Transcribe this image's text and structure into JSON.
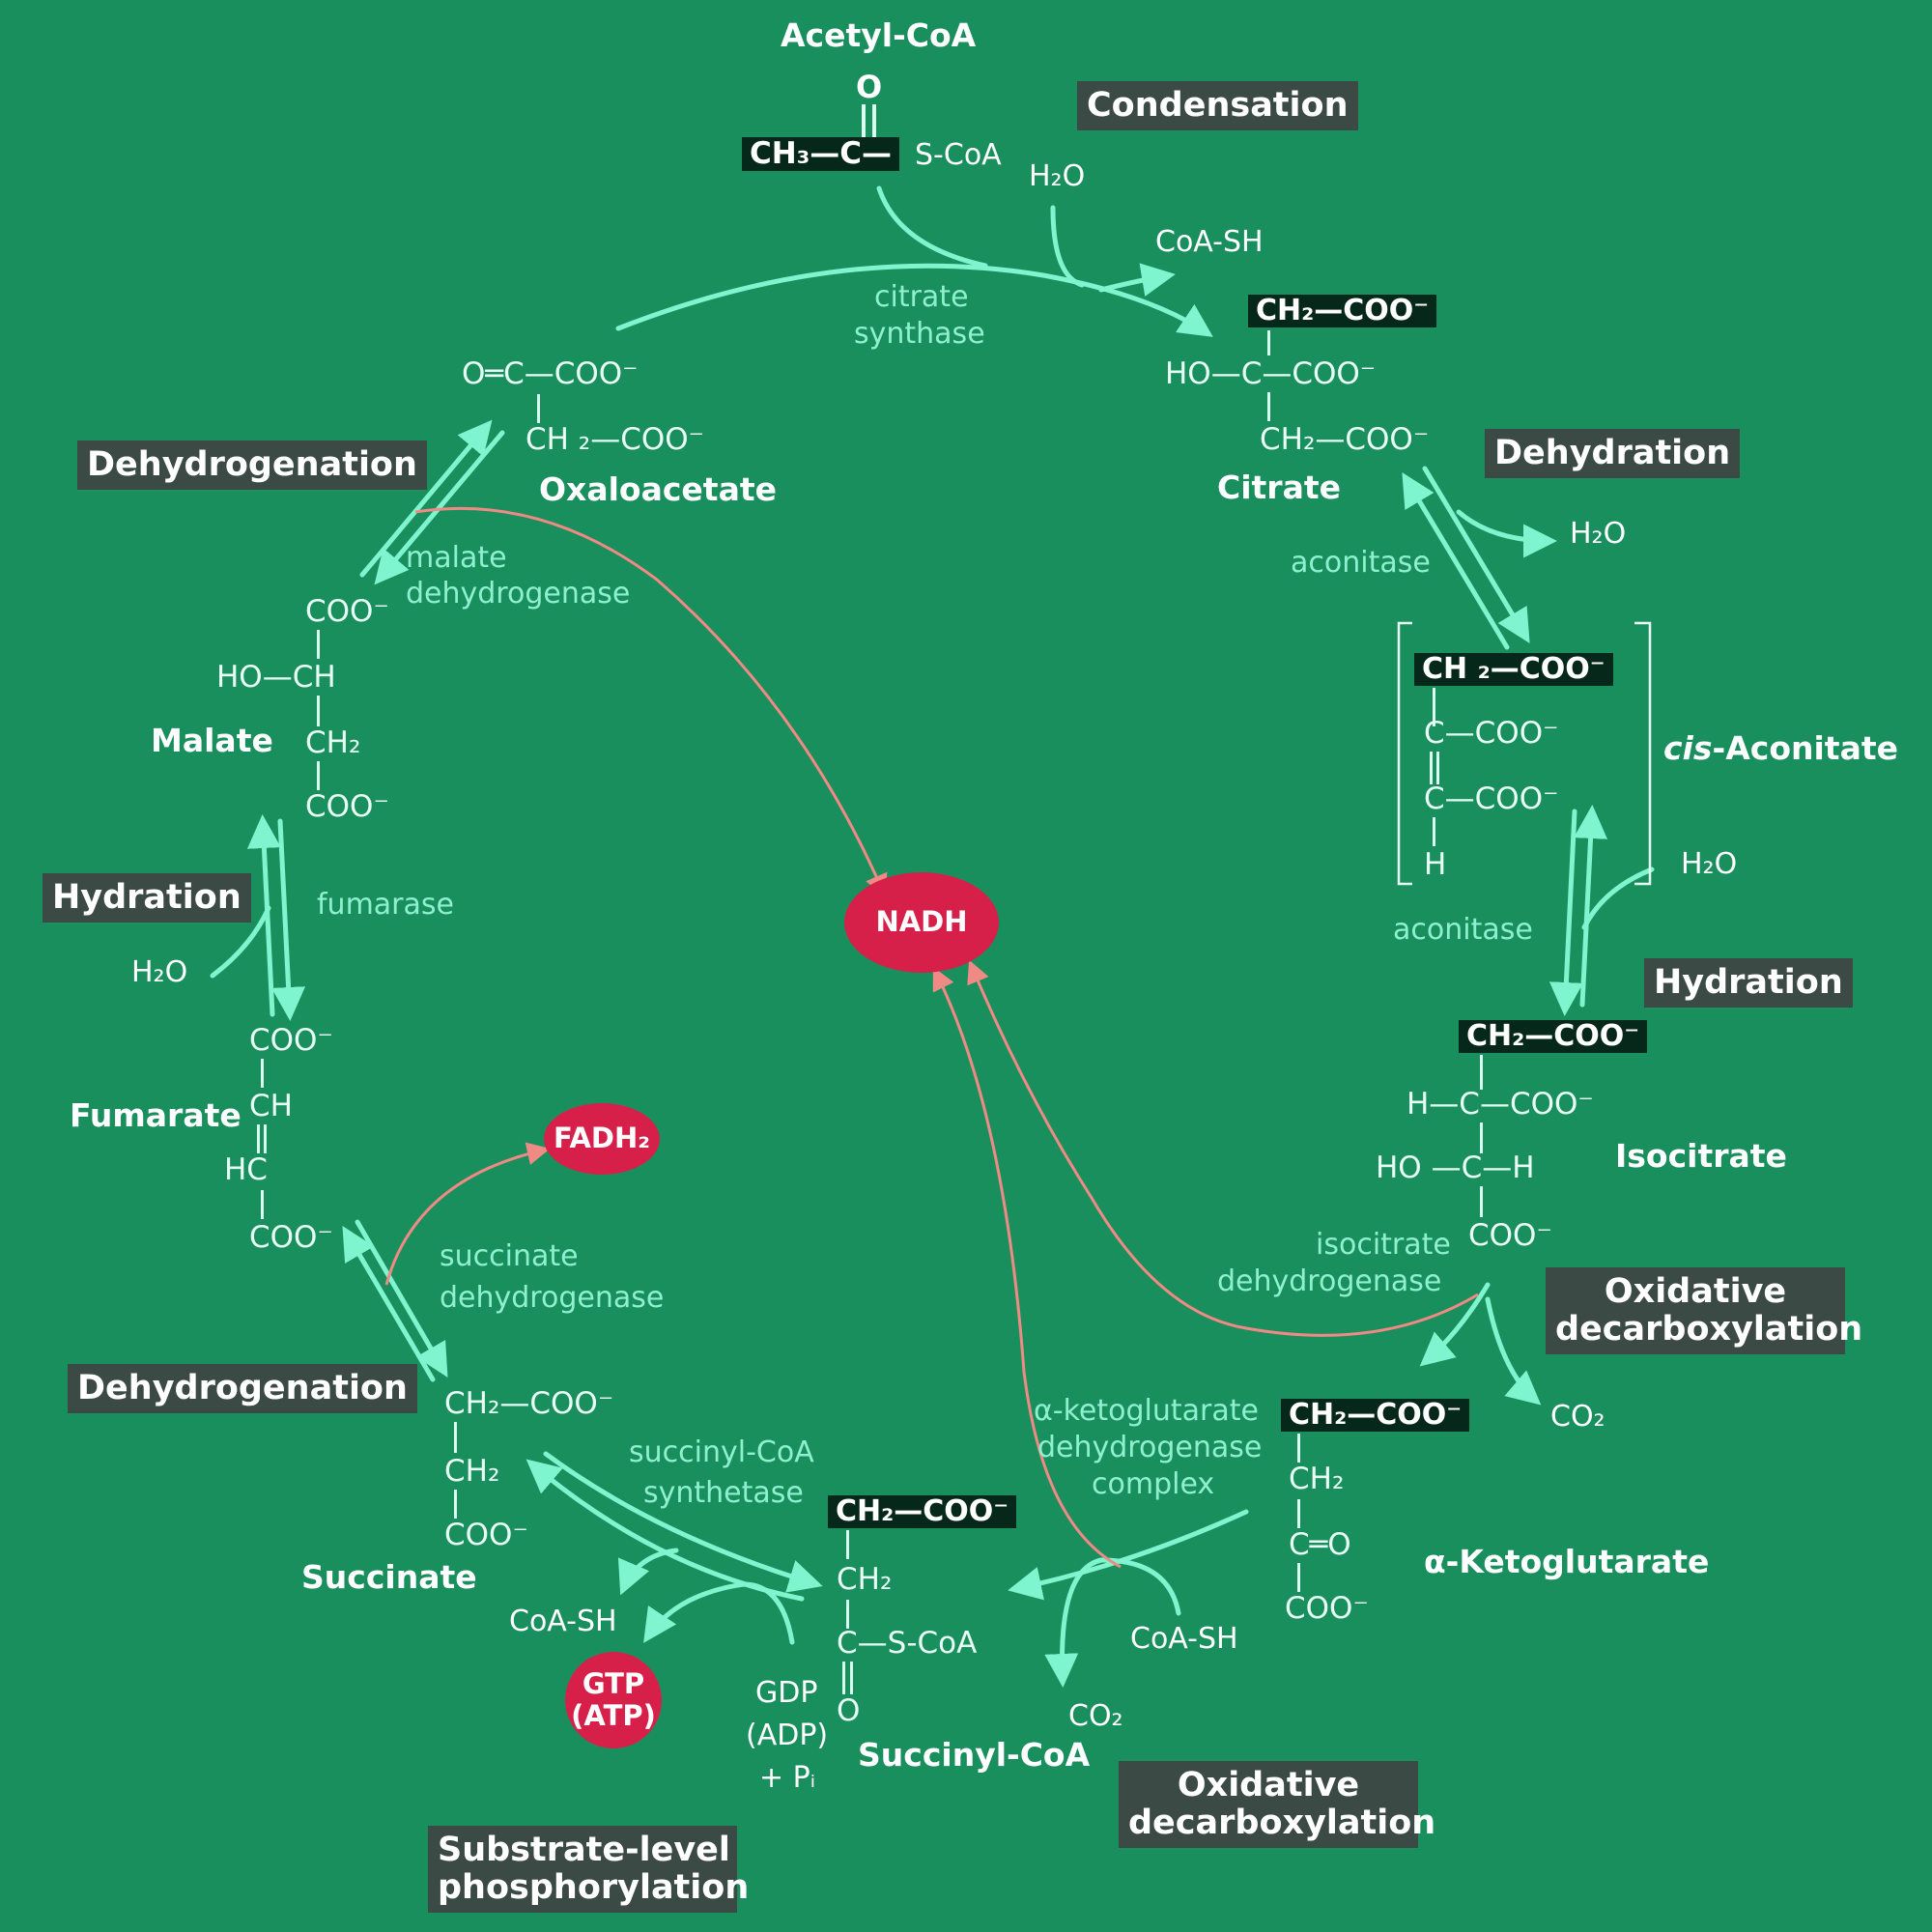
{
  "top": {
    "acetyl_coa": "Acetyl-CoA",
    "o": "O",
    "ch3": "CH₃—C—",
    "scoa": "S-CoA",
    "water": "H₂O",
    "coash": "CoA-SH"
  },
  "labels": {
    "condensation": "Condensation",
    "dehydration": "Dehydration",
    "hydration_right": "Hydration",
    "oxdecarb1_a": "Oxidative",
    "oxdecarb1_b": "decarboxylation",
    "oxdecarb2_a": "Oxidative",
    "oxdecarb2_b": "decarboxylation",
    "substrate_a": "Substrate-level",
    "substrate_b": "phosphorylation",
    "dehydrogenation_bottom": "Dehydrogenation",
    "hydration_left": "Hydration",
    "dehydrogenation_top": "Dehydrogenation"
  },
  "enzymes": {
    "citrate_synthase_a": "citrate",
    "citrate_synthase_b": "synthase",
    "aconitase1": "aconitase",
    "aconitase2": "aconitase",
    "isocitrate_dh_a": "isocitrate",
    "isocitrate_dh_b": "dehydrogenase",
    "akg_dh_a": "α-ketoglutarate",
    "akg_dh_b": "dehydrogenase",
    "akg_dh_c": "complex",
    "succ_coa_syn_a": "succinyl-CoA",
    "succ_coa_syn_b": "synthetase",
    "succ_dh_a": "succinate",
    "succ_dh_b": "dehydrogenase",
    "fumarase": "fumarase",
    "malate_dh_a": "malate",
    "malate_dh_b": "dehydrogenase"
  },
  "molecules": {
    "citrate": {
      "name": "Citrate",
      "l1": "CH₂—COO⁻",
      "l2": "HO—C—COO⁻",
      "l3": "CH₂—COO⁻"
    },
    "cis_aconitate": {
      "name_prefix": "cis",
      "name_rest": "-Aconitate",
      "l1": "CH ₂—COO⁻",
      "l2": "C—COO⁻",
      "l3": "C—COO⁻",
      "l4": "H"
    },
    "isocitrate": {
      "name": "Isocitrate",
      "l1": "CH₂—COO⁻",
      "l2": "H—C—COO⁻",
      "l3": "HO —C—H",
      "l4": "COO⁻"
    },
    "akg": {
      "name": "α-Ketoglutarate",
      "l1": "CH₂—COO⁻",
      "l2": "CH₂",
      "l3": "C═O",
      "l4": "COO⁻"
    },
    "succinyl_coa": {
      "name": "Succinyl-CoA",
      "l1": "CH₂—COO⁻",
      "l2": "CH₂",
      "l3": "C—S-CoA",
      "l4": "O"
    },
    "succinate": {
      "name": "Succinate",
      "l1": "CH₂—COO⁻",
      "l2": "CH₂",
      "l3": "COO⁻"
    },
    "fumarate": {
      "name": "Fumarate",
      "l1": "COO⁻",
      "l2": "CH",
      "l3": "HC",
      "l4": "COO⁻"
    },
    "malate": {
      "name": "Malate",
      "l1": "COO⁻",
      "l2": "HO—CH",
      "l3": "CH₂",
      "l4": "COO⁻"
    },
    "oxaloacetate": {
      "name": "Oxaloacetate",
      "l1": "O═C—COO⁻",
      "l2": "CH ₂—COO⁻"
    }
  },
  "side": {
    "h2o_dehydration": "H₂O",
    "h2o_hydration": "H₂O",
    "co2_1": "CO₂",
    "coash_akg": "CoA-SH",
    "co2_2": "CO₂",
    "coash_succ": "CoA-SH",
    "gdp": "GDP",
    "adp": "(ADP)",
    "pi": "+ Pᵢ",
    "h2o_fumarase": "H₂O"
  },
  "products": {
    "nadh": "NADH",
    "fadh2": "FADH₂",
    "gtp": "GTP",
    "atp": "(ATP)"
  },
  "colors": {
    "background": "#1a8f5e",
    "arrow": "#7ff5cf",
    "energy_arrow": "#f08a84",
    "energy_carrier": "#d6204a",
    "label_box": "#3c4a45"
  }
}
